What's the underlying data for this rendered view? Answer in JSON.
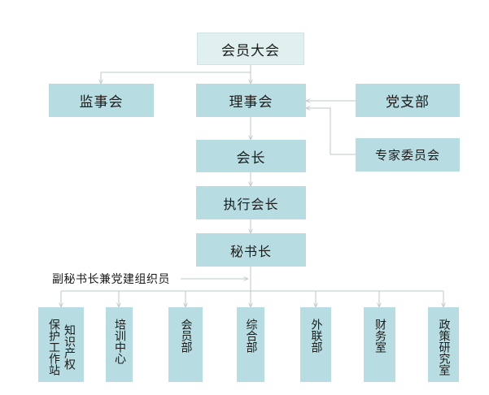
{
  "nodes": {
    "general_assembly": "会员大会",
    "supervisors": "监事会",
    "council": "理事会",
    "party_branch": "党支部",
    "expert_committee": "专家委员会",
    "president": "会长",
    "executive_president": "执行会长",
    "secretary_general": "秘书长",
    "deputy_secretary": "副秘书长兼党建组织员",
    "departments": [
      "知识产权保护工作站",
      "培训中心",
      "会员部",
      "综合部",
      "外联部",
      "财务室",
      "政策研究室"
    ]
  },
  "colors": {
    "box_fill": "#b7dde2",
    "top_box_fill": "#dff0ef",
    "connector": "#bcc7cc"
  }
}
